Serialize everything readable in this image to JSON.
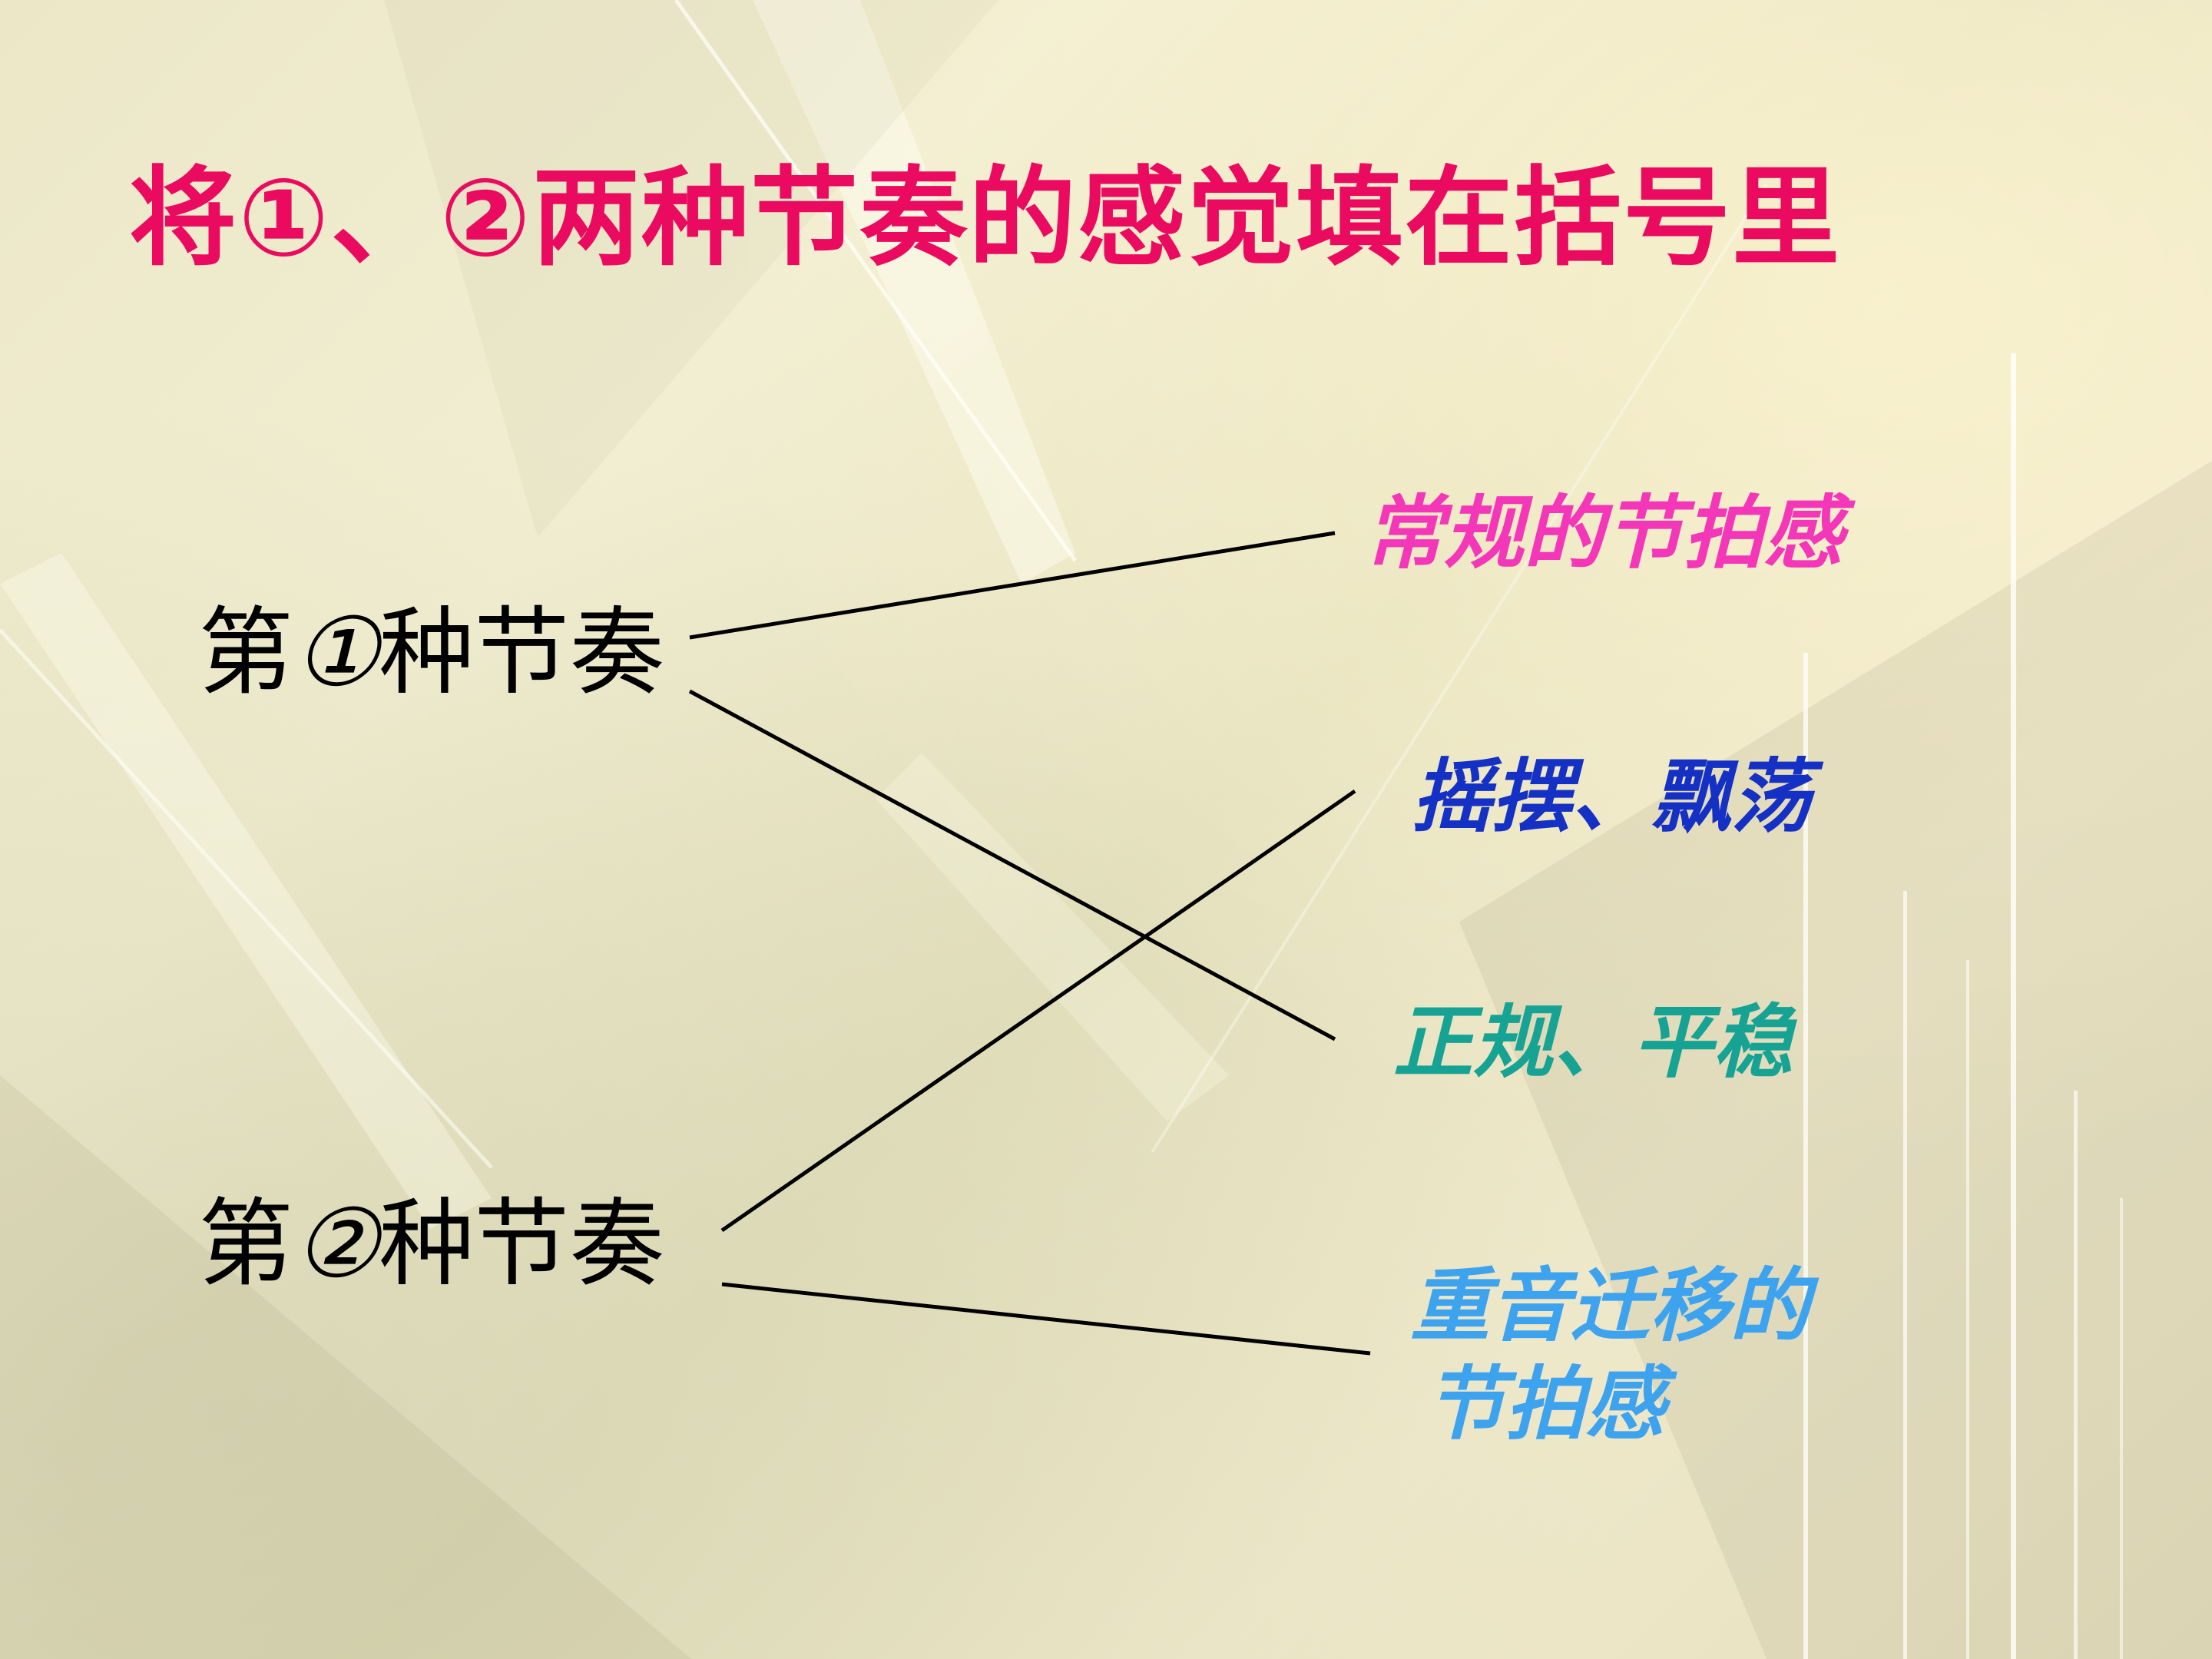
{
  "slide": {
    "title": "将①、②两种节奏的感觉填在括号里",
    "left_labels": [
      {
        "prefix": "第",
        "num": "①",
        "suffix": "种节奏"
      },
      {
        "prefix": "第",
        "num": "②",
        "suffix": "种节奏"
      }
    ],
    "right_labels": [
      {
        "text": "常规的节拍感",
        "color": "#f436b8"
      },
      {
        "text": "摇摆、飘荡",
        "color": "#1530c4"
      },
      {
        "text": "正规、平稳",
        "color": "#17a394"
      },
      {
        "line1": "重音迁移的",
        "line2": "节拍感",
        "color": "#3ea3ef"
      }
    ],
    "colors": {
      "title": "#ea0a5f",
      "left_text": "#000000",
      "lines": "#000000",
      "background": "#ece8c6"
    }
  }
}
